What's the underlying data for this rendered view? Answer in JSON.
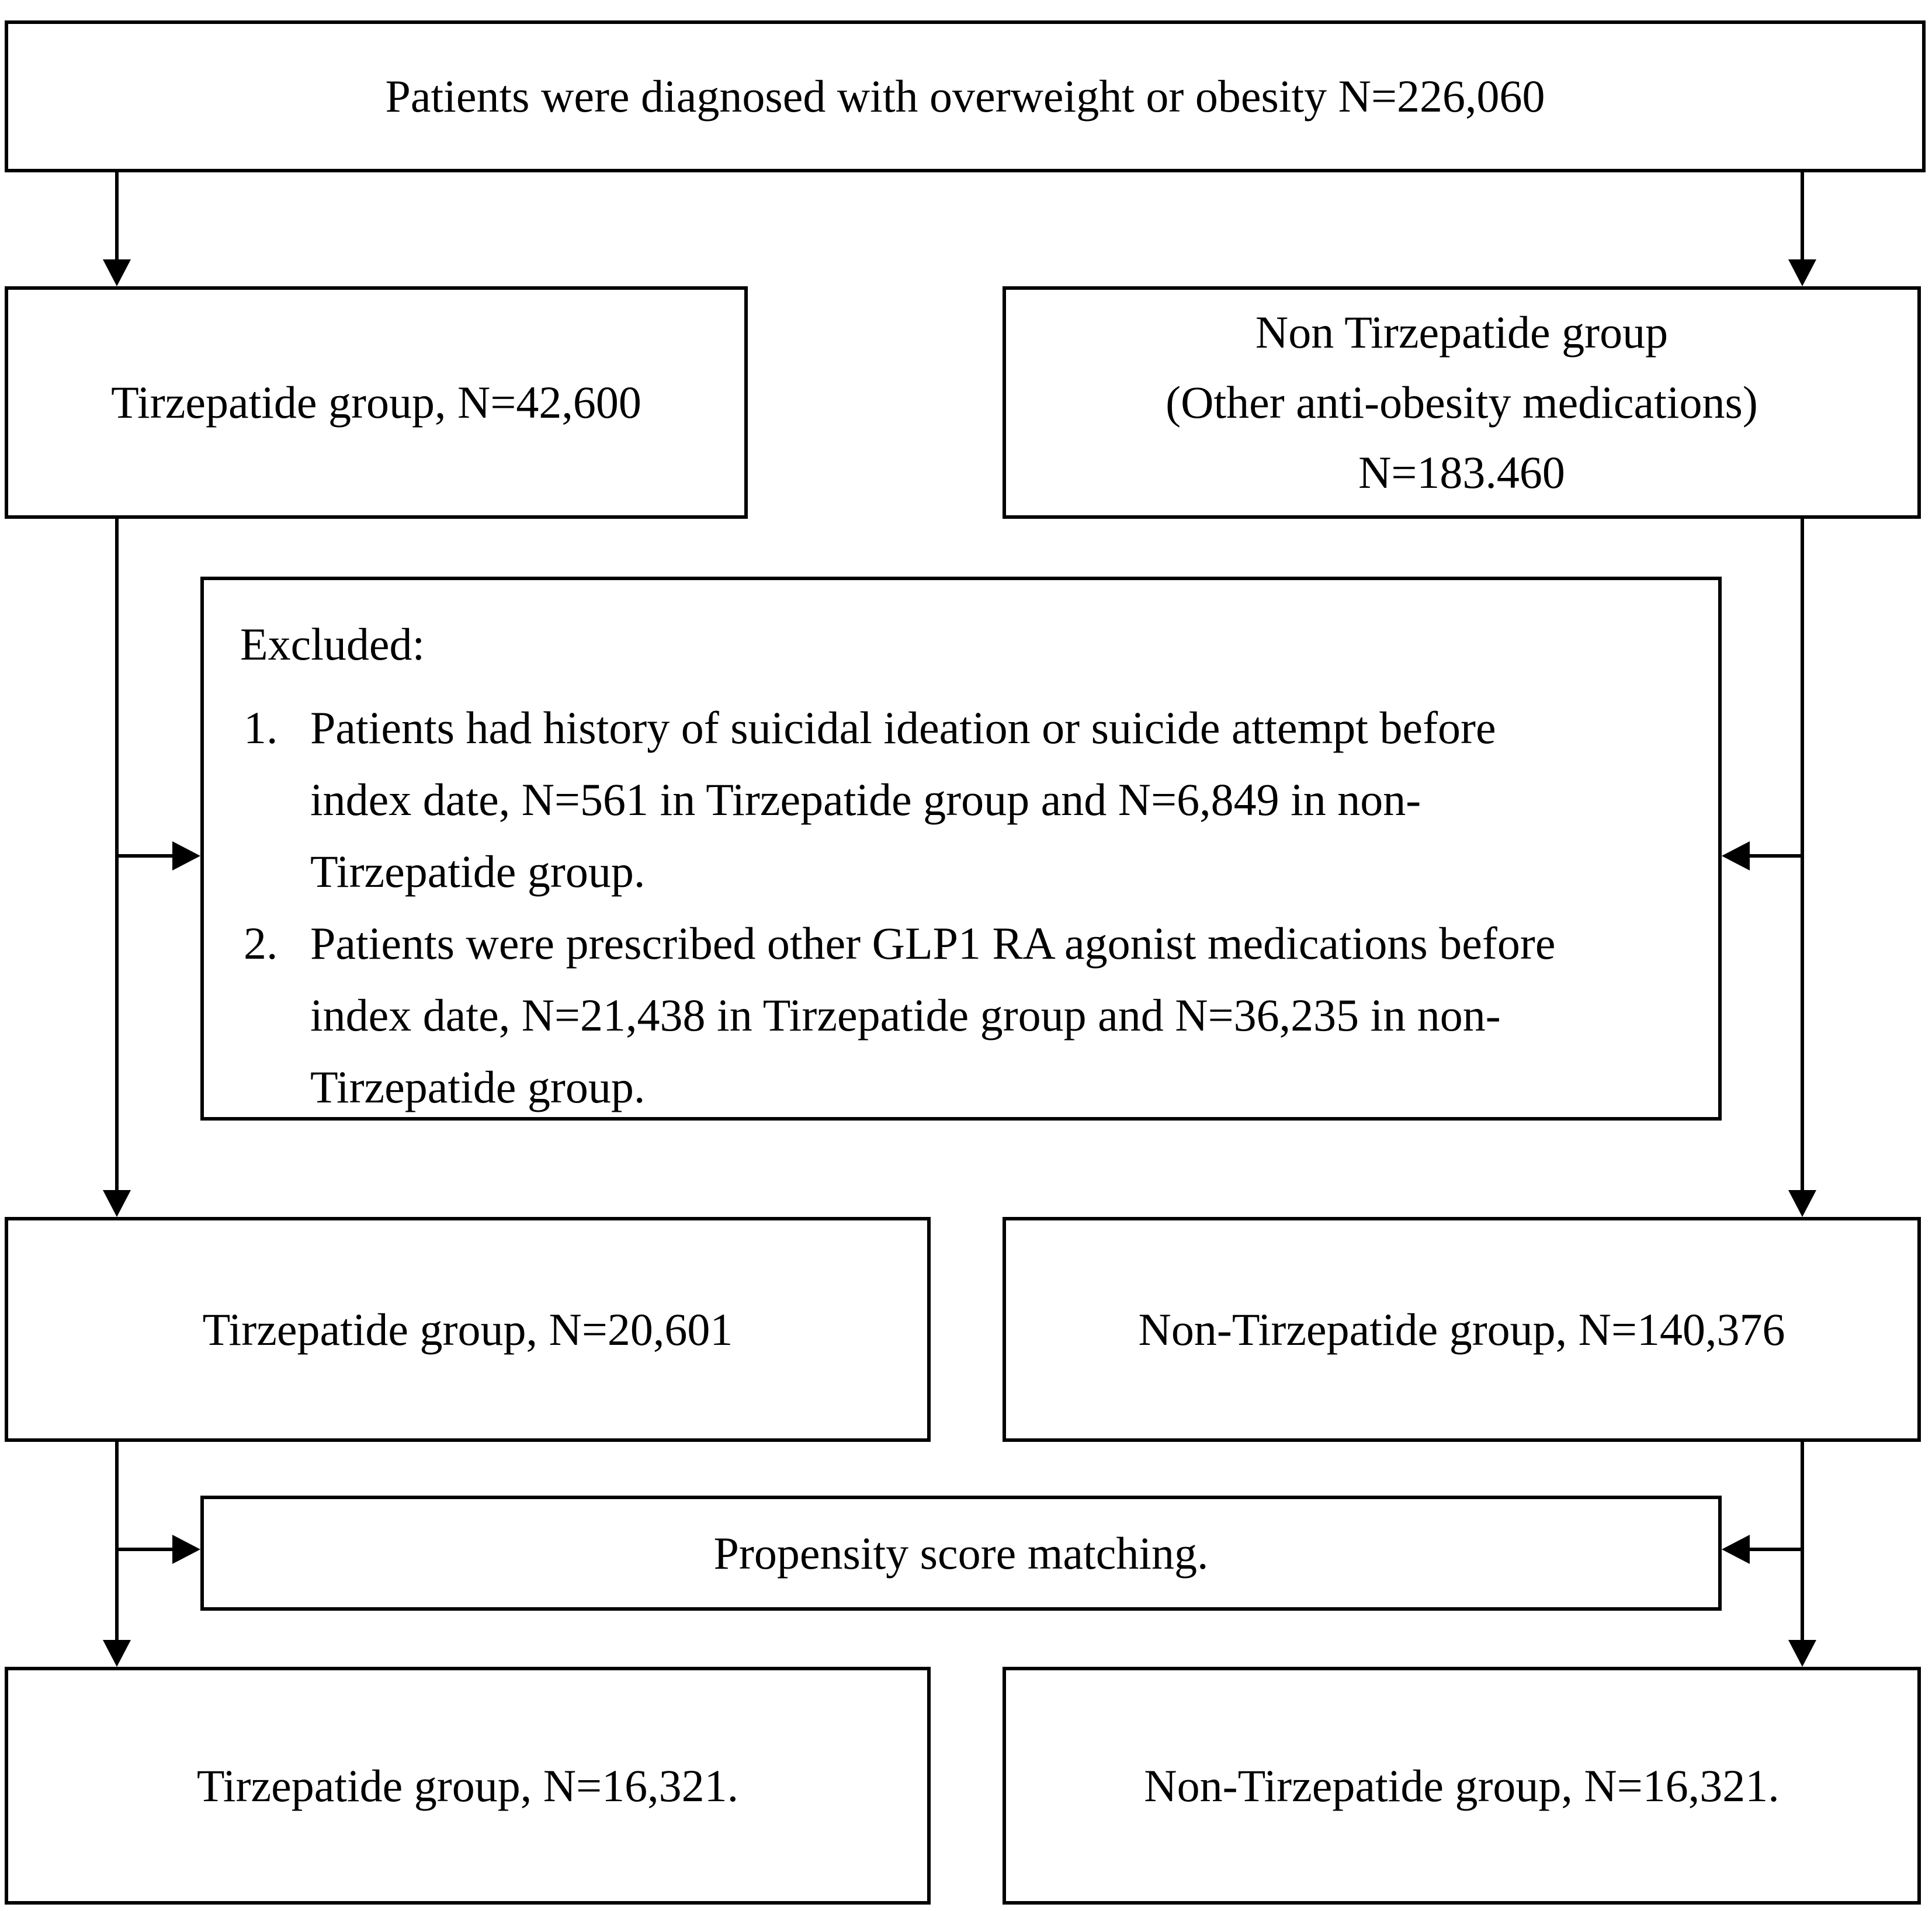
{
  "diagram": {
    "top_box": "Patients were diagnosed with overweight or obesity N=226,060",
    "tirzepatide_group_box": "Tirzepatide group, N=42,600",
    "non_tirzepatide_group_box": {
      "line1": "Non Tirzepatide group",
      "line2": "(Other anti-obesity medications)",
      "line3": "N=183.460"
    },
    "excluded_box": {
      "heading": "Excluded:",
      "items": [
        {
          "number": "1.",
          "lines": [
            "Patients had history of suicidal ideation or suicide attempt before",
            "index date, N=561 in Tirzepatide group and N=6,849 in non-",
            "Tirzepatide group."
          ]
        },
        {
          "number": "2.",
          "lines": [
            "Patients were prescribed other GLP1 RA agonist medications before",
            "index date, N=21,438 in Tirzepatide group and N=36,235 in non-",
            "Tirzepatide group."
          ]
        }
      ]
    },
    "tirzepatide_after_exclusion_box": "Tirzepatide group, N=20,601",
    "non_tirzepatide_after_exclusion_box": "Non-Tirzepatide group, N=140,376",
    "propensity_box": "Propensity score matching.",
    "tirzepatide_matched_box": "Tirzepatide group, N=16,321.",
    "non_tirzepatide_matched_box": "Non-Tirzepatide group, N=16,321."
  },
  "colors": {
    "line": "#000000",
    "text": "#000000",
    "background": "#ffffff"
  }
}
